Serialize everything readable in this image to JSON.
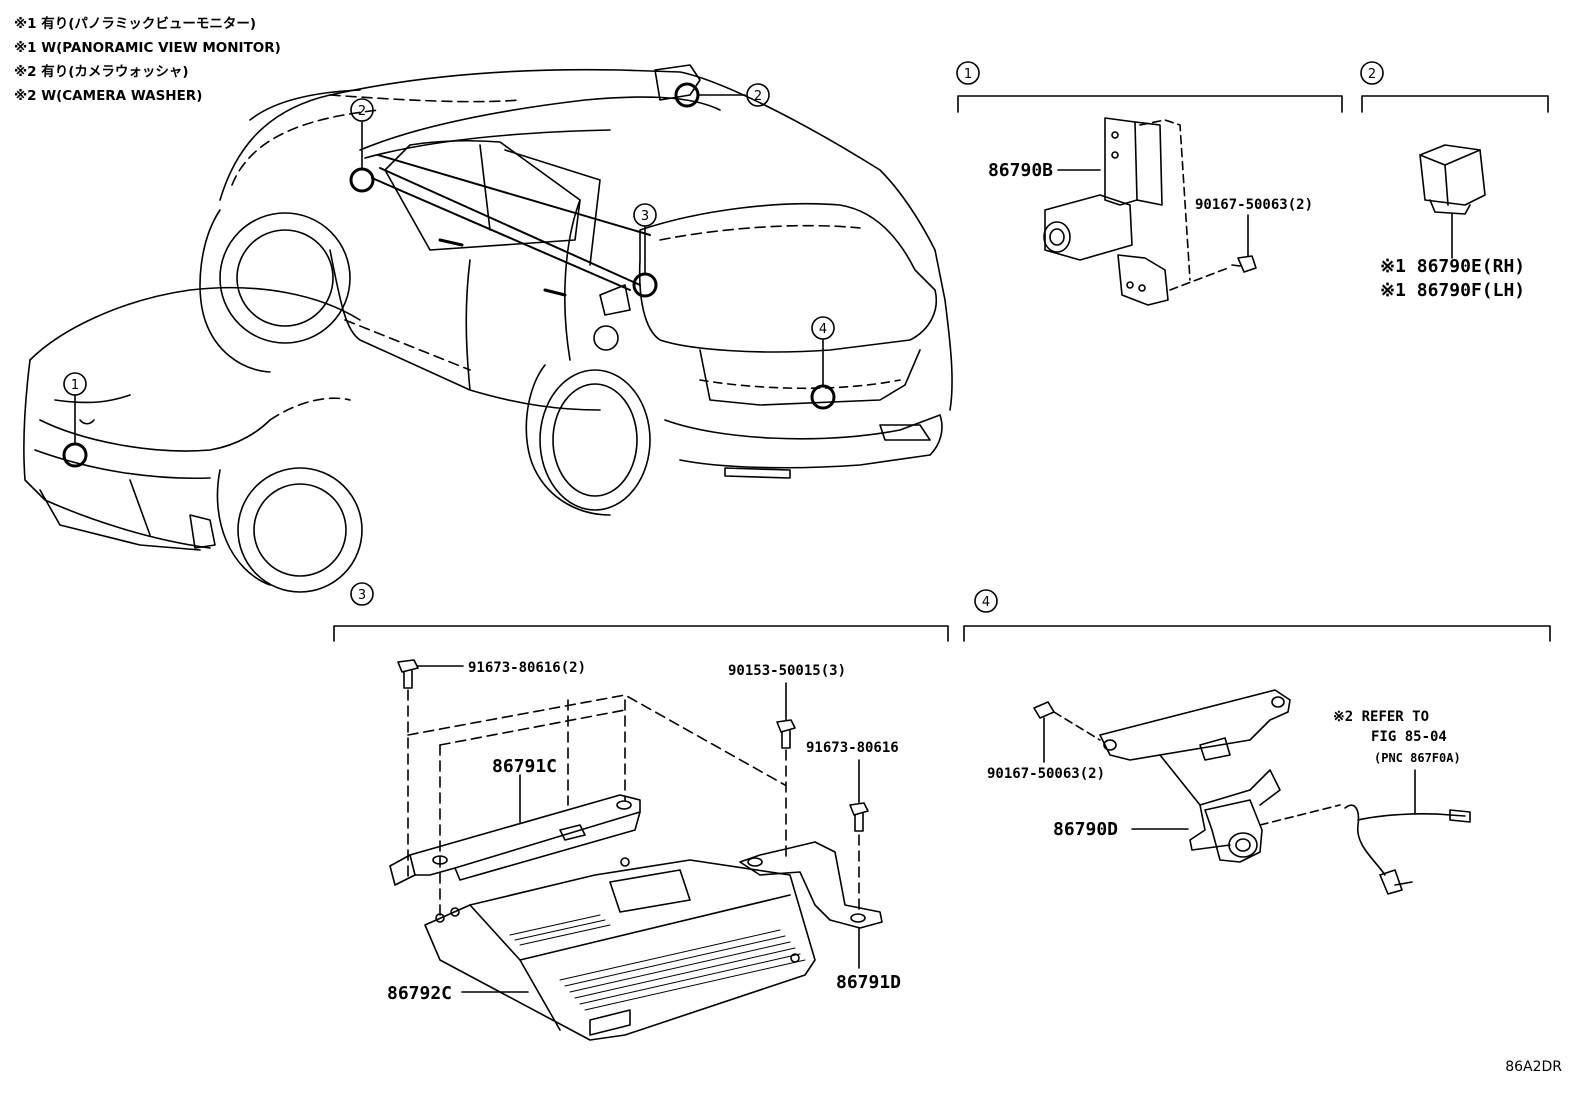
{
  "legend": [
    "※1 有り(パノラミックビューモニター)",
    "※1 W(PANORAMIC VIEW MONITOR)",
    "※2 有り(カメラウォッシャ)",
    "※2 W(CAMERA WASHER)"
  ],
  "callouts": {
    "c1": "1",
    "c2": "2",
    "c3": "3",
    "c4": "4"
  },
  "section1": {
    "number": "1",
    "part_main": "86790B",
    "part_screw": "90167-50063(2)"
  },
  "section2": {
    "number": "2",
    "note_rh": "※1 86790E(RH)",
    "note_lh": "※1 86790F(LH)"
  },
  "section3": {
    "number": "3",
    "bolt_a": "91673-80616(2)",
    "screw": "90153-50015(3)",
    "bolt_b": "91673-80616",
    "bracket_c": "86791C",
    "ecu": "86792C",
    "bracket_d": "86791D"
  },
  "section4": {
    "number": "4",
    "screw": "90167-50063(2)",
    "camera": "86790D",
    "refer_1": "※2 REFER TO",
    "refer_2": "FIG 85-04",
    "refer_3": "(PNC 867F0A)"
  },
  "figure_code": "86A2DR"
}
